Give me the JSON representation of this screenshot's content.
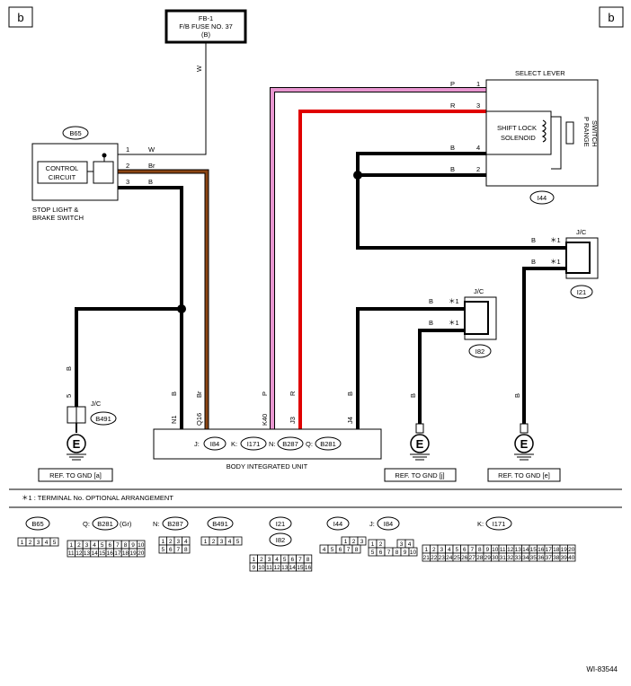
{
  "page_marks": {
    "left": "b",
    "right": "b"
  },
  "fuse": {
    "line1": "FB-1",
    "line2": "F/B FUSE NO. 37",
    "line3": "(B)"
  },
  "fuse_wire_color": "W",
  "stop_light_switch": {
    "connector": "B65",
    "circuit_line1": "CONTROL",
    "circuit_line2": "CIRCUIT",
    "name_line1": "STOP LIGHT &",
    "name_line2": "BRAKE SWITCH",
    "pins": [
      {
        "no": "1",
        "color": "W"
      },
      {
        "no": "2",
        "color": "Br"
      },
      {
        "no": "3",
        "color": "B"
      }
    ]
  },
  "select_lever": {
    "title": "SELECT LEVER",
    "solenoid_line1": "SHIFT LOCK",
    "solenoid_line2": "SOLENOID",
    "range_line1": "P RANGE",
    "range_line2": "SWITCH",
    "connector": "I44",
    "pins": [
      {
        "no": "1",
        "color": "P"
      },
      {
        "no": "3",
        "color": "R"
      },
      {
        "no": "4",
        "color": "B"
      },
      {
        "no": "2",
        "color": "B"
      }
    ]
  },
  "jc_i21": {
    "label": "J/C",
    "connector": "I21",
    "wire1": "B",
    "mark1": "＊1",
    "wire2": "B",
    "mark2": "＊1"
  },
  "jc_i82": {
    "label": "J/C",
    "connector": "I82",
    "wire1": "B",
    "mark1": "＊1",
    "wire2": "B",
    "mark2": "＊1"
  },
  "jc_b491": {
    "label": "J/C",
    "connector": "B491",
    "pin": "5",
    "wire": "B"
  },
  "bcm": {
    "title": "BODY INTEGRATED UNIT",
    "connectors": [
      {
        "prefix": "J:",
        "id": "I84"
      },
      {
        "prefix": "K:",
        "id": "I171"
      },
      {
        "prefix": "N:",
        "id": "B287"
      },
      {
        "prefix": "Q:",
        "id": "B281"
      }
    ],
    "terminals": [
      {
        "pin": "N1",
        "color": "B"
      },
      {
        "pin": "Q16",
        "color": "Br"
      },
      {
        "pin": "K40",
        "color": "P"
      },
      {
        "pin": "J3",
        "color": "R"
      },
      {
        "pin": "J4",
        "color": "B"
      }
    ]
  },
  "grounds": {
    "symbol": "E",
    "ref_a": "REF. TO GND [a]",
    "ref_j": "REF. TO GND [j]",
    "ref_e": "REF. TO GND [e]",
    "wire_j": "B",
    "wire_e": "B"
  },
  "footnote": "＊1 : TERMINAL No. OPTIONAL ARRANGEMENT",
  "connector_views": {
    "b65": {
      "label": "B65",
      "pins": [
        "1",
        "2",
        "3",
        "4",
        "5"
      ]
    },
    "b281": {
      "prefix": "Q:",
      "label": "B281",
      "suffix": "(Gr)",
      "row1": [
        "1",
        "2",
        "3",
        "4",
        "5",
        "6",
        "7",
        "8",
        "9",
        "10"
      ],
      "row2": [
        "11",
        "12",
        "13",
        "14",
        "15",
        "16",
        "17",
        "18",
        "19",
        "20"
      ]
    },
    "b287": {
      "prefix": "N:",
      "label": "B287",
      "row1": [
        "1",
        "2",
        "3",
        "4"
      ],
      "row2": [
        "5",
        "6",
        "7",
        "8"
      ]
    },
    "b491": {
      "label": "B491",
      "pins": [
        "1",
        "2",
        "3",
        "4",
        "5"
      ]
    },
    "i21": {
      "label": "I21"
    },
    "i82": {
      "label": "I82",
      "row1": [
        "1",
        "2",
        "3",
        "4",
        "5",
        "6",
        "7",
        "8"
      ],
      "row2": [
        "9",
        "10",
        "11",
        "12",
        "13",
        "14",
        "15",
        "16"
      ]
    },
    "i44": {
      "label": "I44",
      "row1": [
        "1",
        "2",
        "3"
      ],
      "row2": [
        "4",
        "5",
        "6",
        "7",
        "8"
      ]
    },
    "i84": {
      "prefix": "J:",
      "label": "I84",
      "row1": [
        "1",
        "2",
        "3",
        "4"
      ],
      "row2": [
        "5",
        "6",
        "7",
        "8",
        "9",
        "10"
      ]
    },
    "i171": {
      "prefix": "K:",
      "label": "I171",
      "row1": [
        "1",
        "2",
        "3",
        "4",
        "5",
        "6",
        "7",
        "8",
        "9",
        "10",
        "11",
        "12",
        "13",
        "14",
        "15",
        "16",
        "17",
        "18",
        "19",
        "20"
      ],
      "row2": [
        "21",
        "22",
        "23",
        "24",
        "25",
        "26",
        "27",
        "28",
        "29",
        "30",
        "31",
        "32",
        "33",
        "34",
        "35",
        "36",
        "37",
        "38",
        "39",
        "40"
      ]
    }
  },
  "diagram_id": "WI-83544",
  "colors": {
    "black": "#000000",
    "brown": "#8B4513",
    "pink": "#E896D0",
    "red": "#E00000"
  }
}
